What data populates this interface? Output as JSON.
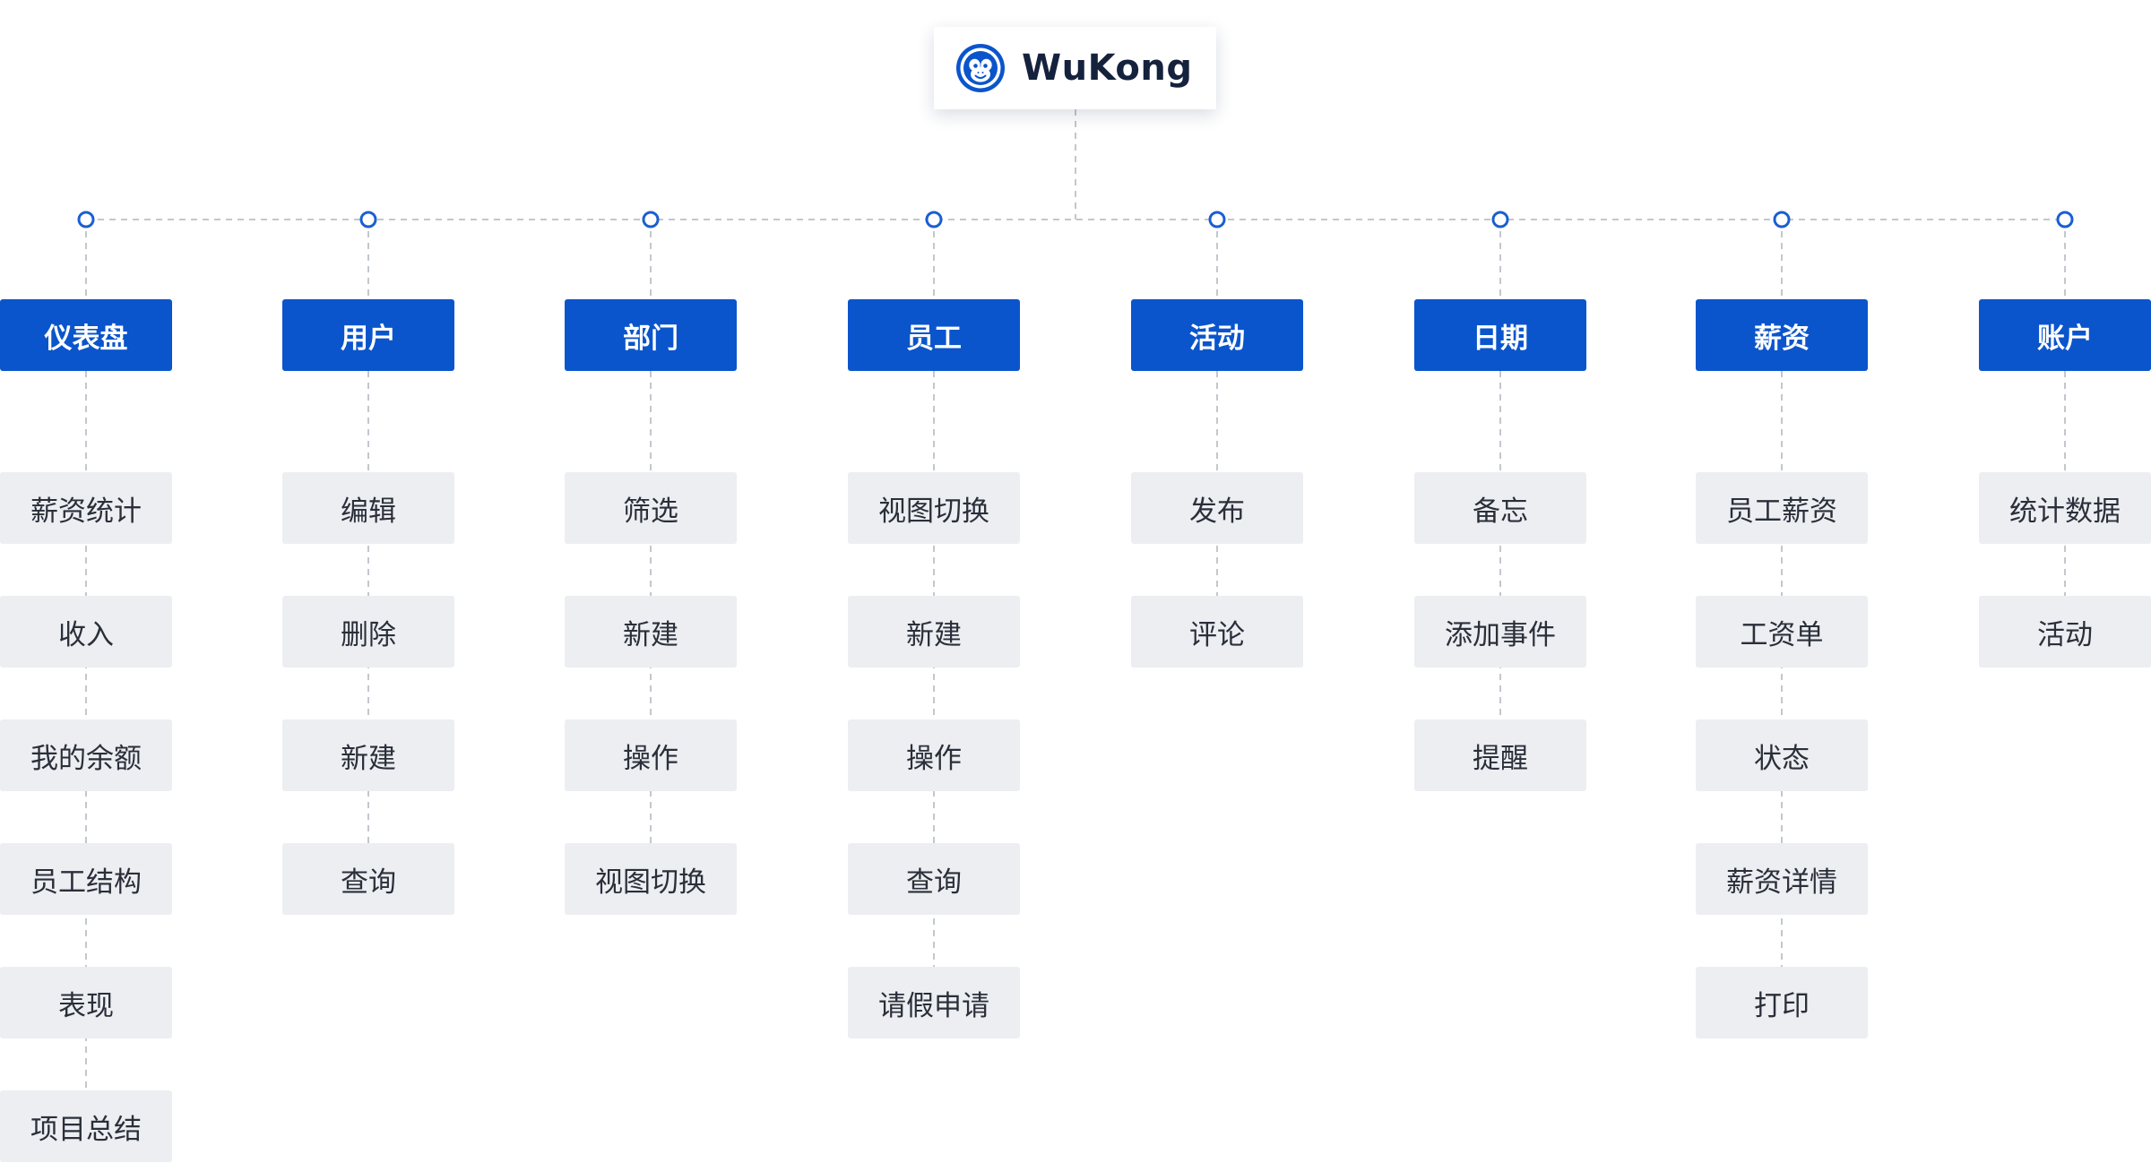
{
  "root": {
    "title": "WuKong",
    "logo_icon": "monkey-logo-icon"
  },
  "colors": {
    "accent": "#0a55cc",
    "item_bg": "#eceef1",
    "connector": "#c3c7cd",
    "node_ring": "#1a5fd0"
  },
  "columns": [
    {
      "header": "仪表盘",
      "items": [
        "薪资统计",
        "收入",
        "我的余额",
        "员工结构",
        "表现",
        "项目总结"
      ]
    },
    {
      "header": "用户",
      "items": [
        "编辑",
        "删除",
        "新建",
        "查询"
      ]
    },
    {
      "header": "部门",
      "items": [
        "筛选",
        "新建",
        "操作",
        "视图切换"
      ]
    },
    {
      "header": "员工",
      "items": [
        "视图切换",
        "新建",
        "操作",
        "查询",
        "请假申请"
      ]
    },
    {
      "header": "活动",
      "items": [
        "发布",
        "评论"
      ]
    },
    {
      "header": "日期",
      "items": [
        "备忘",
        "添加事件",
        "提醒"
      ]
    },
    {
      "header": "薪资",
      "items": [
        "员工薪资",
        "工资单",
        "状态",
        "薪资详情",
        "打印"
      ]
    },
    {
      "header": "账户",
      "items": [
        "统计数据",
        "活动"
      ]
    }
  ]
}
